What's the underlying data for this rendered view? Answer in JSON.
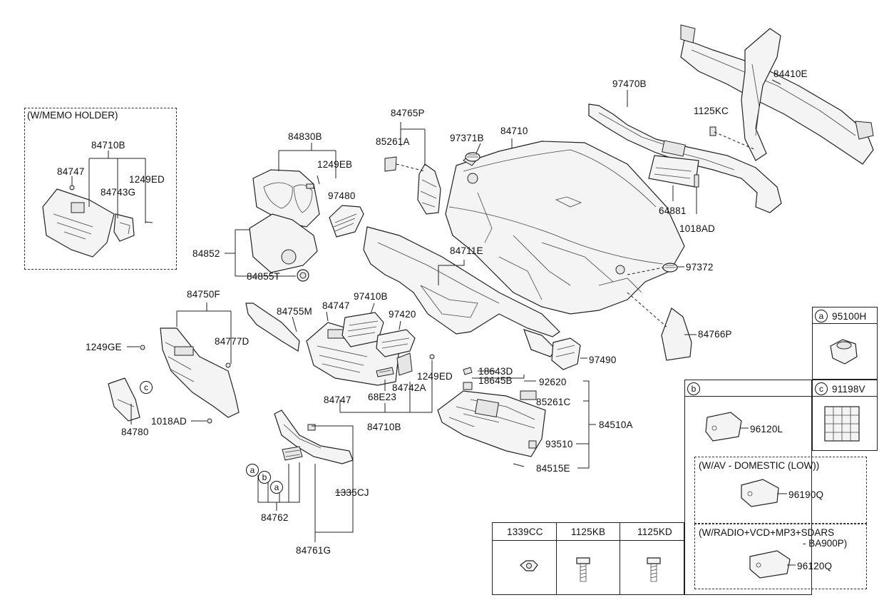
{
  "notes": {
    "memo_holder": "(W/MEMO HOLDER)",
    "av_domestic": "(W/AV - DOMESTIC (LOW))",
    "radio_line1": "(W/RADIO+VCD+MP3+SDARS",
    "radio_line2": "- BA900P)"
  },
  "circles": {
    "a": "a",
    "b": "b",
    "c": "c"
  },
  "legend": {
    "a_part": "95100H",
    "c_part": "91198V",
    "b_part_1": "96120L",
    "b_part_2": "96190Q",
    "b_part_3": "96120Q"
  },
  "hardware_table": {
    "col1": "1339CC",
    "col2": "1125KB",
    "col3": "1125KD"
  },
  "labels": {
    "p84710B_memo": "84710B",
    "p84747_memo": "84747",
    "p84743G": "84743G",
    "p1249ED_memo": "1249ED",
    "p84830B": "84830B",
    "p1249EB": "1249EB",
    "p97480": "97480",
    "p84852": "84852",
    "p84855T": "84855T",
    "p84765P": "84765P",
    "p85261A": "85261A",
    "p97371B": "97371B",
    "p84710": "84710",
    "p97470B": "97470B",
    "p84410E": "84410E",
    "p1125KC": "1125KC",
    "p64881": "64881",
    "p1018AD_top": "1018AD",
    "p97372": "97372",
    "p84711E": "84711E",
    "p84766P": "84766P",
    "p84750F": "84750F",
    "p1249GE": "1249GE",
    "p84777D": "84777D",
    "p84780": "84780",
    "p1018AD_left": "1018AD",
    "p84755M": "84755M",
    "p84747_mid": "84747",
    "p97410B": "97410B",
    "p97420": "97420",
    "p97490": "97490",
    "p1249ED_mid": "1249ED",
    "p84742A": "84742A",
    "p68E23": "68E23",
    "p84747_low": "84747",
    "p84710B_low": "84710B",
    "p18643D": "18643D",
    "p18645B": "18645B",
    "p92620": "92620",
    "p85261C": "85261C",
    "p84510A": "84510A",
    "p93510": "93510",
    "p84515E": "84515E",
    "p84762": "84762",
    "p1335CJ": "1335CJ",
    "p84761G": "84761G"
  }
}
